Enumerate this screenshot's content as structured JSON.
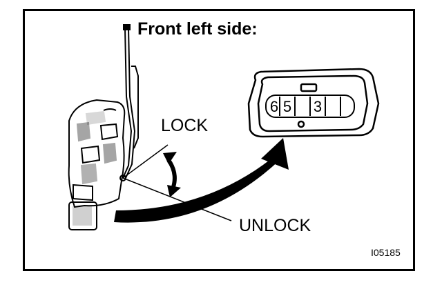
{
  "figure": {
    "title": "Front left side:",
    "lock_label": "LOCK",
    "unlock_label": "UNLOCK",
    "figure_code": "I05185",
    "connector": {
      "pins": [
        "6",
        "5",
        "",
        "3",
        "",
        ""
      ]
    }
  }
}
